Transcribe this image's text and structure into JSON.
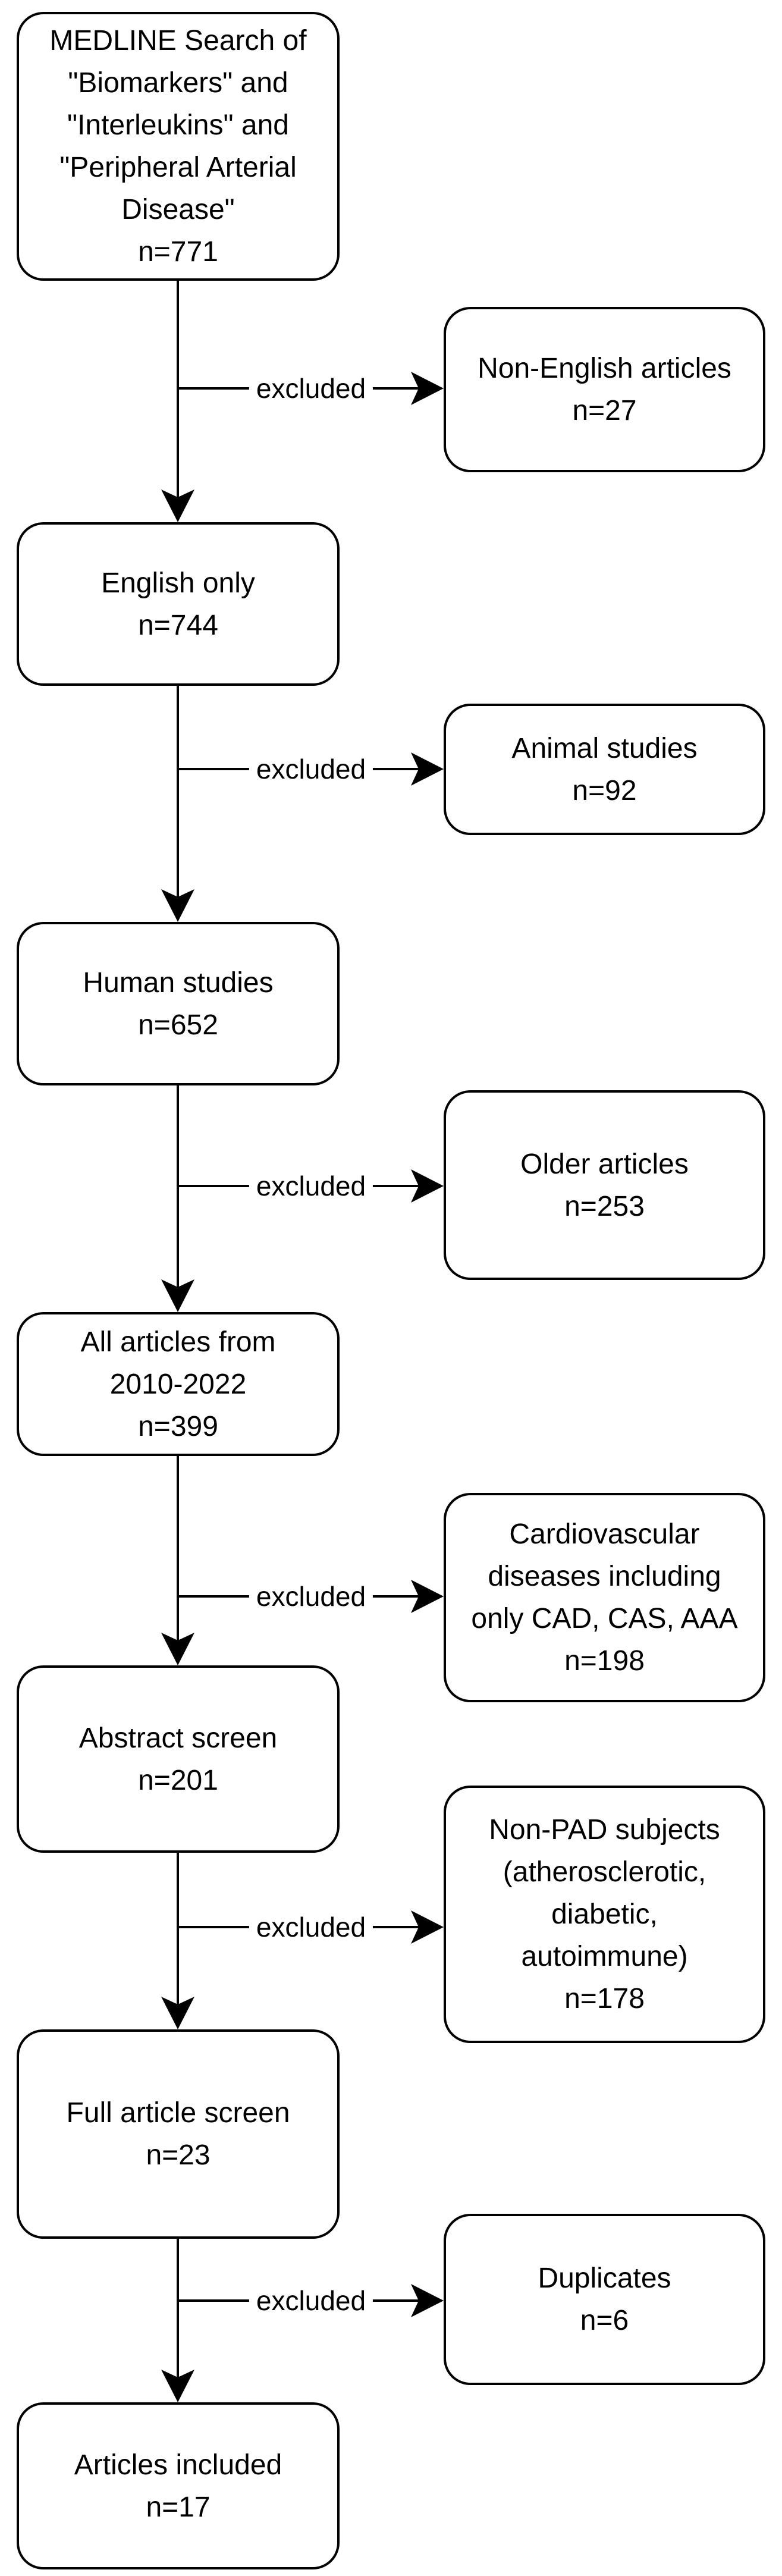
{
  "diagram_type": "flowchart",
  "colors": {
    "background": "#ffffff",
    "node_fill": "#ffffff",
    "node_border": "#000000",
    "text": "#000000",
    "connector": "#000000"
  },
  "nodes": [
    {
      "id": "medline-search",
      "label": "MEDLINE Search of\n\"Biomarkers\" and\n\"Interleukins\" and\n\"Peripheral Arterial\nDisease\"\nn=771",
      "n": 771
    },
    {
      "id": "non-english-articles",
      "label": "Non-English articles\nn=27",
      "n": 27
    },
    {
      "id": "english-only",
      "label": "English only\nn=744",
      "n": 744
    },
    {
      "id": "animal-studies",
      "label": "Animal studies\nn=92",
      "n": 92
    },
    {
      "id": "human-studies",
      "label": "Human studies\nn=652",
      "n": 652
    },
    {
      "id": "older-articles",
      "label": "Older articles\nn=253",
      "n": 253
    },
    {
      "id": "all-articles-2010-2022",
      "label": "All articles from\n2010-2022\nn=399",
      "n": 399
    },
    {
      "id": "cardiovascular-diseases",
      "label": "Cardiovascular\ndiseases including\nonly CAD, CAS, AAA\nn=198",
      "n": 198
    },
    {
      "id": "abstract-screen",
      "label": "Abstract screen\nn=201",
      "n": 201
    },
    {
      "id": "non-pad-subjects",
      "label": "Non-PAD subjects\n(atherosclerotic,\ndiabetic,\nautoimmune)\nn=178",
      "n": 178
    },
    {
      "id": "full-article-screen",
      "label": "Full article screen\nn=23",
      "n": 23
    },
    {
      "id": "duplicates",
      "label": "Duplicates\nn=6",
      "n": 6
    },
    {
      "id": "articles-included",
      "label": "Articles included\nn=17",
      "n": 17
    }
  ],
  "edges": [
    {
      "from": "medline-search",
      "to": "non-english-articles",
      "label": "excluded"
    },
    {
      "from": "english-only",
      "to": "animal-studies",
      "label": "excluded"
    },
    {
      "from": "human-studies",
      "to": "older-articles",
      "label": "excluded"
    },
    {
      "from": "all-articles-2010-2022",
      "to": "cardiovascular-diseases",
      "label": "excluded"
    },
    {
      "from": "abstract-screen",
      "to": "non-pad-subjects",
      "label": "excluded"
    },
    {
      "from": "full-article-screen",
      "to": "duplicates",
      "label": "excluded"
    }
  ]
}
